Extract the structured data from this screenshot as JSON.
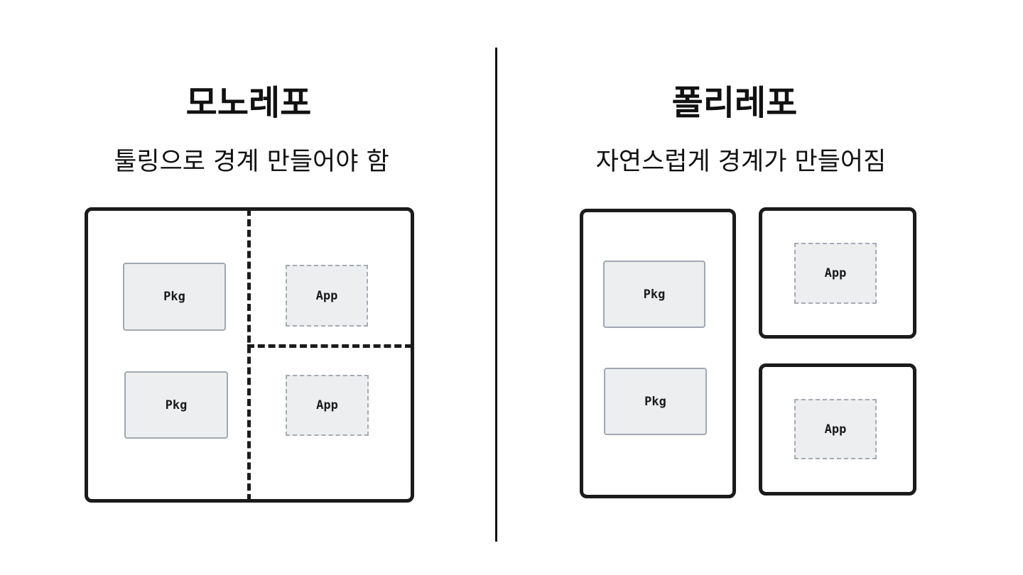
{
  "left": {
    "title": "모노레포",
    "subtitle": "툴링으로 경계 만들어야 함",
    "boxes": [
      "Pkg",
      "Pkg",
      "App",
      "App"
    ]
  },
  "right": {
    "title": "폴리레포",
    "subtitle": "자연스럽게 경계가 만들어짐",
    "boxes": [
      "Pkg",
      "Pkg",
      "App",
      "App"
    ]
  }
}
